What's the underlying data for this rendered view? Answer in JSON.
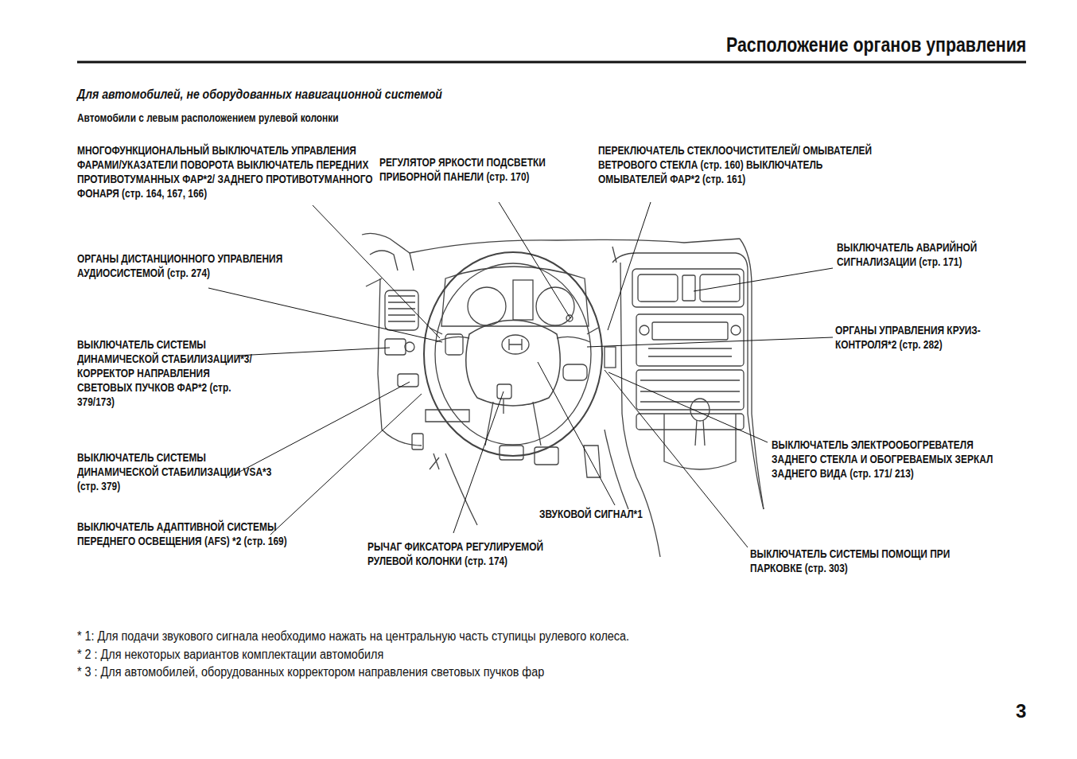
{
  "diagram": {
    "title": "Расположение органов управления",
    "labels": [
      "Для автомобилей, не оборудованных навигационной системой",
      "Автомобили с левым расположением рулевой колонки",
      "МНОГОФУНКЦИОНАЛЬНЫЙ ВЫКЛЮЧАТЕЛЬ УПРАВЛЕНИЯ ФАРАМИ/УКАЗАТЕЛИ ПОВОРОТА ВЫКЛЮЧАТЕЛЬ ПЕРЕДНИХ ПРОТИВОТУМАННЫХ ФАР*2/ ЗАДНЕГО ПРОТИВОТУМАННОГО ФОНАРЯ (стр. 164, 167, 166)",
      "РЕГУЛЯТОР ЯРКОСТИ ПОДСВЕТКИ ПРИБОРНОЙ ПАНЕЛИ (стр. 170)",
      "ПЕРЕКЛЮЧАТЕЛЬ СТЕКЛООЧИСТИТЕЛЕЙ/ ОМЫВАТЕЛЕЙ ВЕТРОВОГО СТЕКЛА (стр. 160) ВЫКЛЮЧАТЕЛЬ ОМЫВАТЕЛЕЙ ФАР*2 (стр. 161)",
      "ОРГАНЫ ДИСТАНЦИОННОГО УПРАВЛЕНИЯ АУДИОСИСТЕМОЙ (стр. 274)",
      "ВЫКЛЮЧАТЕЛЬ АВАРИЙНОЙ СИГНАЛИЗАЦИИ (стр. 171)",
      "ВЫКЛЮЧАТЕЛЬ СИСТЕМЫ ДИНАМИЧЕСКОЙ СТАБИЛИЗАЦИИ*3/КОРРЕКТОР НАПРАВЛЕНИЯ СВЕТОВЫХ ПУЧКОВ ФАР*2 (стр. 379/173)",
      "ОРГАНЫ УПРАВЛЕНИЯ КРУИЗ-КОНТРОЛЯ*2 (стр. 282)",
      "ВЫКЛЮЧАТЕЛЬ ЭЛЕКТРООБОГРЕВАТЕЛЯ ЗАДНЕГО СТЕКЛА И ОБОГРЕВАЕМЫХ ЗЕРКАЛ ЗАДНЕГО ВИДА (стр. 171/ 213)",
      "ВЫКЛЮЧАТЕЛЬ СИСТЕМЫ ДИНАМИЧЕСКОЙ СТАБИЛИЗАЦИИ VSA*3 (стр. 379)",
      "ЗВУКОВОЙ СИГНАЛ*1",
      "ВЫКЛЮЧАТЕЛЬ АДАПТИВНОЙ СИСТЕМЫ ПЕРЕДНЕГО ОСВЕЩЕНИЯ (AFS) *2 (стр. 169)",
      "РЫЧАГ ФИКСАТОРА РЕГУЛИРУЕМОЙ РУЛЕВОЙ КОЛОНКИ (стр. 174)",
      "ВЫКЛЮЧАТЕЛЬ СИСТЕМЫ ПОМОЩИ ПРИ ПАРКОВКЕ (стр. 303)",
      "* 1: Для подачи звукового сигнала необходимо нажать на центральную часть ступицы рулевого колеса.",
      "* 2 : Для некоторых вариантов комплектации автомобиля",
      "* 3 : Для автомобилей, оборудованных корректором направления световых пучков фар",
      "3"
    ]
  }
}
